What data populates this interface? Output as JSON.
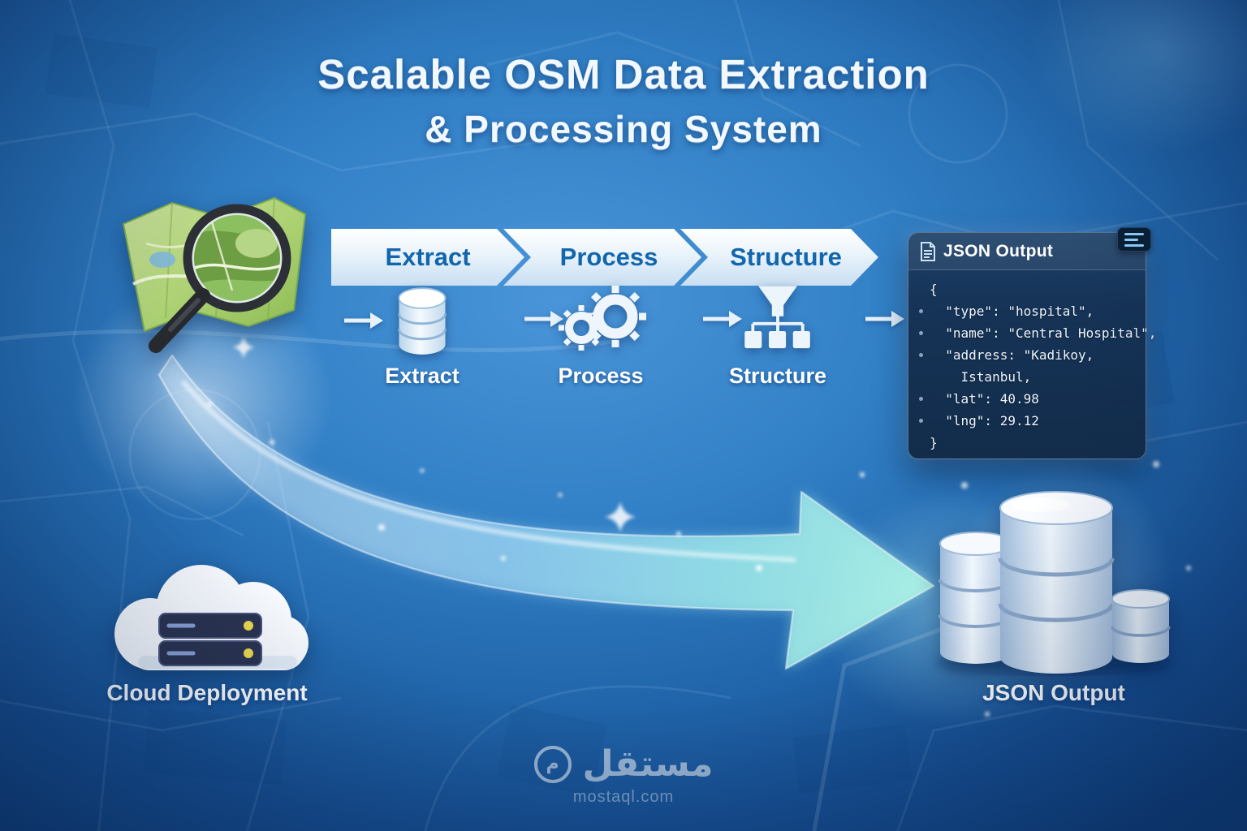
{
  "title": {
    "line1": "Scalable OSM Data Extraction",
    "line2": "& Processing System"
  },
  "pipeline": {
    "steps": [
      {
        "label": "Extract",
        "caption": "Extract",
        "icon": "database-icon"
      },
      {
        "label": "Process",
        "caption": "Process",
        "icon": "gears-icon"
      },
      {
        "label": "Structure",
        "caption": "Structure",
        "icon": "sitemap-icon"
      }
    ]
  },
  "json_panel": {
    "title": "JSON Output",
    "lines": [
      "{",
      "  \"type\": \"hospital\",",
      "  \"name\": \"Central Hospital\",",
      "  \"address: \"Kadikoy,",
      "    Istanbul,",
      "  \"lat\": 40.98",
      "  \"lng\": 29.12",
      "}"
    ]
  },
  "cloud": {
    "label": "Cloud Deployment"
  },
  "output": {
    "label": "JSON Output"
  },
  "watermark": {
    "logo_letter": "م",
    "name": "مستقل",
    "domain": "mostaql.com"
  },
  "icons": {
    "map": "map-magnifier-icon",
    "extract": "database-icon",
    "process": "gears-icon",
    "structure": "sitemap-icon",
    "panel_doc": "json-doc-icon",
    "panel_list": "list-icon",
    "cloud": "cloud-servers-icon",
    "stack": "database-stack-icon",
    "flow": "flow-arrow-icon",
    "big_arrow": "curved-arrow-icon"
  },
  "colors": {
    "background_blue": "#3280c6",
    "deep_blue": "#0f3f7e",
    "chevron_text": "#1266ad",
    "panel_navy": "#16345a",
    "accent_cyan": "#8fd6ff",
    "map_green": "#a9cf6e",
    "server_yellow": "#ecd94e",
    "arrow_teal": "#a5ecdc"
  }
}
